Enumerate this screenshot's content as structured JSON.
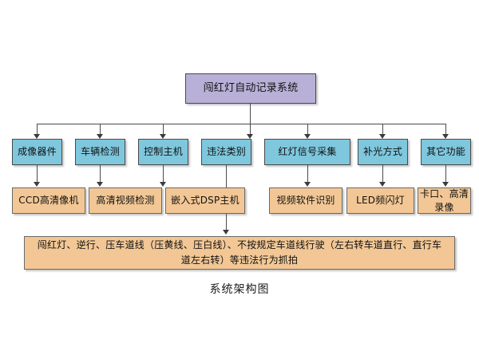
{
  "diagram": {
    "caption": "系统架构图",
    "colors": {
      "background": "#ffffff",
      "root_fill": "#b8b0d6",
      "level1_fill": "#7ec7dd",
      "level2_fill": "#f2c795",
      "summary_fill": "#f2c795",
      "line": "#4a4a4a",
      "text": "#111111"
    },
    "root": {
      "label": "闯红灯自动记录系统"
    },
    "level1": [
      {
        "label": "成像器件"
      },
      {
        "label": "车辆检测"
      },
      {
        "label": "控制主机"
      },
      {
        "label": "违法类别"
      },
      {
        "label": "红灯信号采集"
      },
      {
        "label": "补光方式"
      },
      {
        "label": "其它功能"
      }
    ],
    "level2": [
      {
        "label": "CCD高清像机"
      },
      {
        "label": "高清视频检测"
      },
      {
        "label": "嵌入式DSP主机"
      },
      {
        "label": "视频软件识别"
      },
      {
        "label": "LED频闪灯"
      },
      {
        "label": "卡口、高清录像"
      }
    ],
    "summary": {
      "label": "闯红灯、逆行、压车道线（压黄线、压白线）、不按规定车道线行驶（左右转车道直行、直行车道左右转）等违法行为抓拍"
    }
  }
}
